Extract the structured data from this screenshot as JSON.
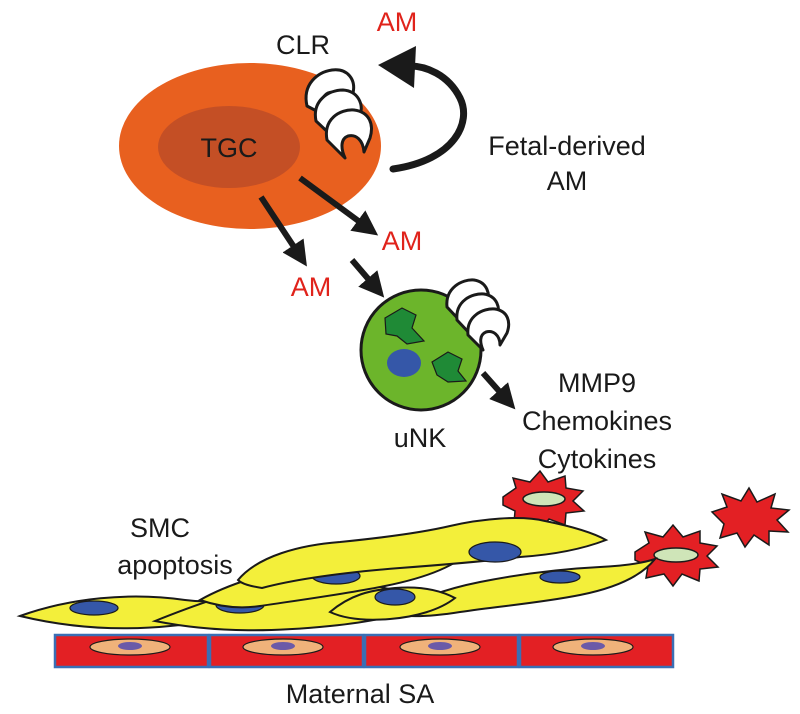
{
  "labels": {
    "tgc": "TGC",
    "clr": "CLR",
    "am_top": "AM",
    "fetal_derived_line1": "Fetal-derived",
    "fetal_derived_line2": "AM",
    "am_mid": "AM",
    "am_left": "AM",
    "unk": "uNK",
    "products_line1": "MMP9",
    "products_line2": "Chemokines",
    "products_line3": "Cytokines",
    "smc_line1": "SMC",
    "smc_line2": "apoptosis",
    "maternal_sa": "Maternal SA"
  },
  "colors": {
    "tgc_outer": "#e8601f",
    "tgc_nucleus": "#c44f25",
    "unk_cell": "#6cb52b",
    "granule": "#1f8a36",
    "unk_nucleus": "#3557a8",
    "smc_fill": "#f3ef3a",
    "smc_nucleus": "#3557a8",
    "endothelium": "#e32024",
    "endo_nucleus": "#f0b27a",
    "apoptotic_red": "#e32024",
    "apoptotic_core": "#cfe5b8",
    "am_text": "#e0231b",
    "arrow": "#1a1a1a"
  }
}
